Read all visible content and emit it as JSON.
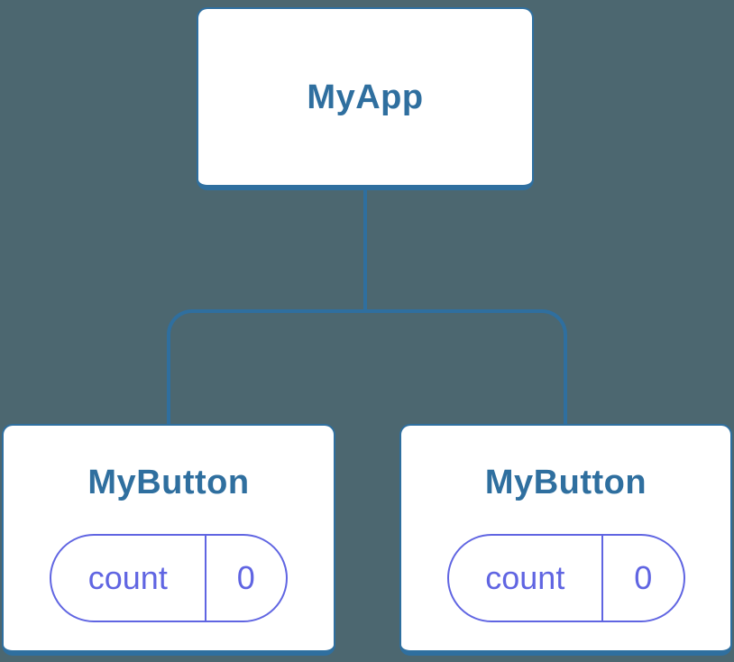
{
  "colors": {
    "background": "#4c6770",
    "node_fill": "#ffffff",
    "tree_accent": "#2f6f9f",
    "state_accent": "#6065e2"
  },
  "diagram": {
    "root": {
      "label": "MyApp"
    },
    "children": [
      {
        "label": "MyButton",
        "state": {
          "key": "count",
          "value": "0"
        }
      },
      {
        "label": "MyButton",
        "state": {
          "key": "count",
          "value": "0"
        }
      }
    ]
  }
}
